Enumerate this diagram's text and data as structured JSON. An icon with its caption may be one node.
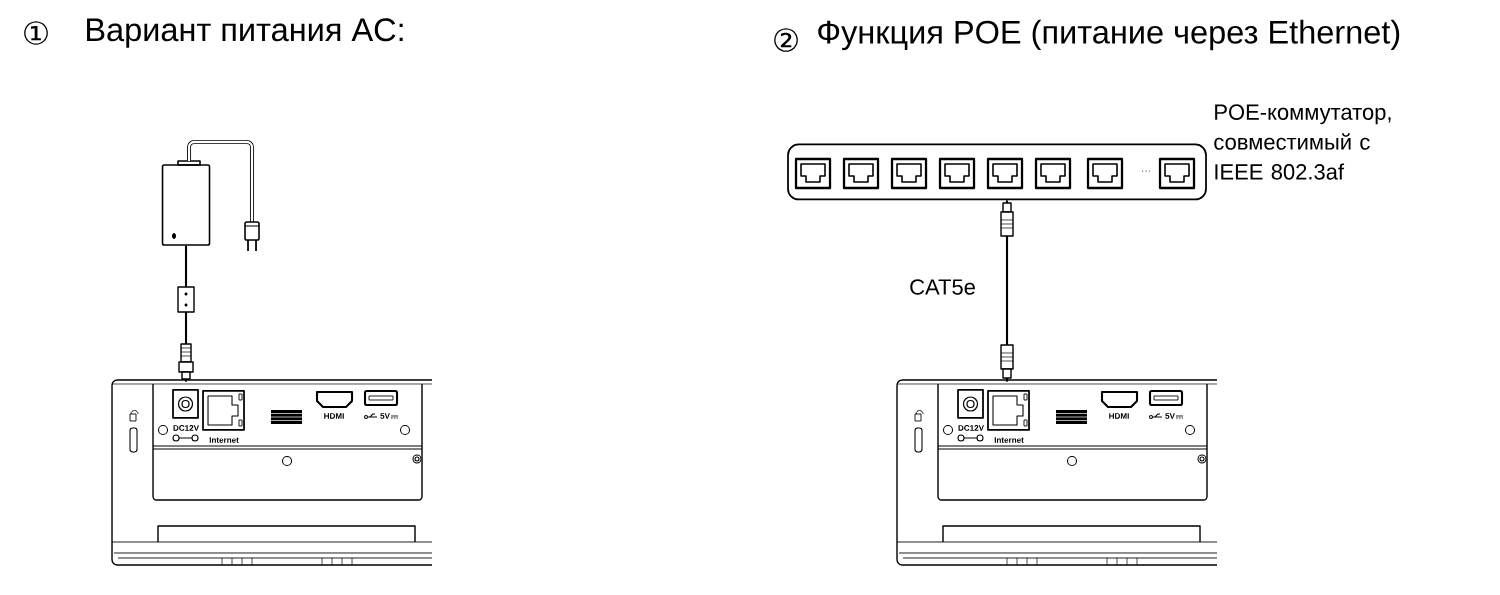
{
  "diagram": {
    "nodes": [
      {
        "text": [],
        "shape": "picture"
      },
      {
        "text": [],
        "shape": "picture"
      },
      {
        "text": [
          "POE-коммутатор, совместимый с IEEE 802.3af"
        ]
      },
      {
        "text": [],
        "shape": "picture"
      }
    ],
    "edges": [
      {
        "from": 0,
        "to": 1,
        "arrow": "other"
      },
      {
        "from": 2,
        "to": 3,
        "arrow": "other",
        "label": "CAT5e"
      }
    ],
    "labels": [
      "①",
      "Вариант питания AC:",
      "②",
      "Функция POE (питание через Ethernet)",
      "DC12V",
      "Internet",
      "HDMI",
      "5V",
      "DC12V",
      "Internet",
      "HDMI",
      "5V",
      "..."
    ]
  }
}
